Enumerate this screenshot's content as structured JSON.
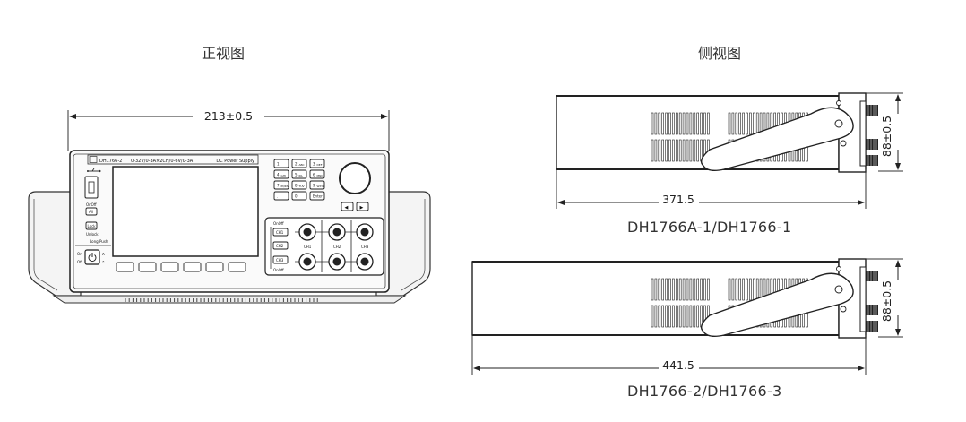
{
  "front_view": {
    "title": "正视图",
    "width_dim": "213±0.5",
    "panel": {
      "model_label": "DH1766-2",
      "spec_label": "0-32V/0-3A×2CH/0-6V/0-3A",
      "type_label": "DC Power Supply",
      "left_controls": [
        "OnOff",
        "All",
        "Lock",
        "Unlock",
        "Long Push"
      ],
      "power_labels": [
        "On",
        "Off"
      ],
      "keypad": [
        {
          "main": "1",
          "sub": ""
        },
        {
          "main": "2",
          "sub": "ABC"
        },
        {
          "main": "3",
          "sub": "DEF"
        },
        {
          "main": "4",
          "sub": "GHI"
        },
        {
          "main": "5",
          "sub": "JKL"
        },
        {
          "main": "6",
          "sub": "MNO"
        },
        {
          "main": "7",
          "sub": "PQRS"
        },
        {
          "main": "8",
          "sub": "TUV"
        },
        {
          "main": "9",
          "sub": "WXYZ"
        },
        {
          "main": ".",
          "sub": ""
        },
        {
          "main": "0",
          "sub": ""
        },
        {
          "main": "Enter",
          "sub": ""
        }
      ],
      "arrows": [
        "◀",
        "▶"
      ],
      "channel_panel": {
        "onoff_top": "OnOff",
        "onoff_bottom": "OnOff",
        "channel_buttons": [
          "CH1",
          "CH2",
          "CH3"
        ],
        "terminal_labels": [
          "CH1",
          "CH2",
          "CH3"
        ]
      }
    }
  },
  "side_view": {
    "title": "侧视图",
    "views": [
      {
        "length_dim": "371.5",
        "height_dim": "88±0.5",
        "model": "DH1766A-1/DH1766-1"
      },
      {
        "length_dim": "441.5",
        "height_dim": "88±0.5",
        "model": "DH1766-2/DH1766-3"
      }
    ]
  }
}
